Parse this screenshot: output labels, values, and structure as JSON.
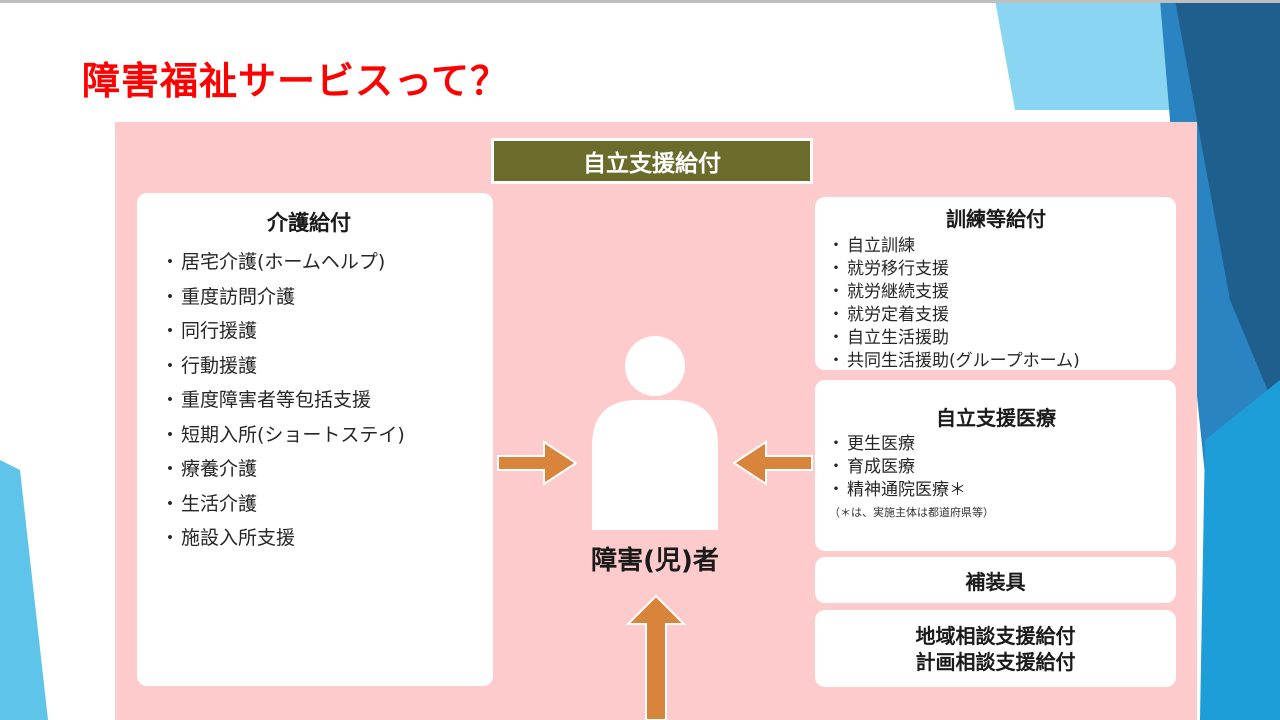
{
  "slide": {
    "title": "障害福祉サービスって？"
  },
  "header": {
    "label": "自立支援給付"
  },
  "left_box": {
    "title": "介護給付",
    "bullet": "・",
    "items": [
      "居宅介護(ホームヘルプ)",
      "重度訪問介護",
      "同行援護",
      "行動援護",
      "重度障害者等包括支援",
      "短期入所(ショートステイ)",
      "療養介護",
      "生活介護",
      "施設入所支援"
    ]
  },
  "right_boxes": {
    "training": {
      "title": "訓練等給付",
      "items": [
        "自立訓練",
        "就労移行支援",
        "就労継続支援",
        "就労定着支援",
        "自立生活援助",
        "共同生活援助(グループホーム)"
      ]
    },
    "medical": {
      "title": "自立支援医療",
      "items": [
        "更生医療",
        "育成医療",
        "精神通院医療＊"
      ],
      "note": "（＊は、実施主体は都道府県等）"
    },
    "equipment": {
      "title": "補装具"
    },
    "consultation": {
      "line1": "地域相談支援給付",
      "line2": "計画相談支援給付"
    }
  },
  "center": {
    "label": "障害(児)者"
  },
  "colors": {
    "title_red": "#ff0000",
    "panel_pink": "#fdcbcb",
    "header_olive": "#6b6b2c",
    "arrow_orange": "#d8843a",
    "deco_blue_light": "#7fd0ee",
    "deco_blue_mid": "#2f8fc8",
    "deco_blue_dark": "#1e5f90"
  }
}
